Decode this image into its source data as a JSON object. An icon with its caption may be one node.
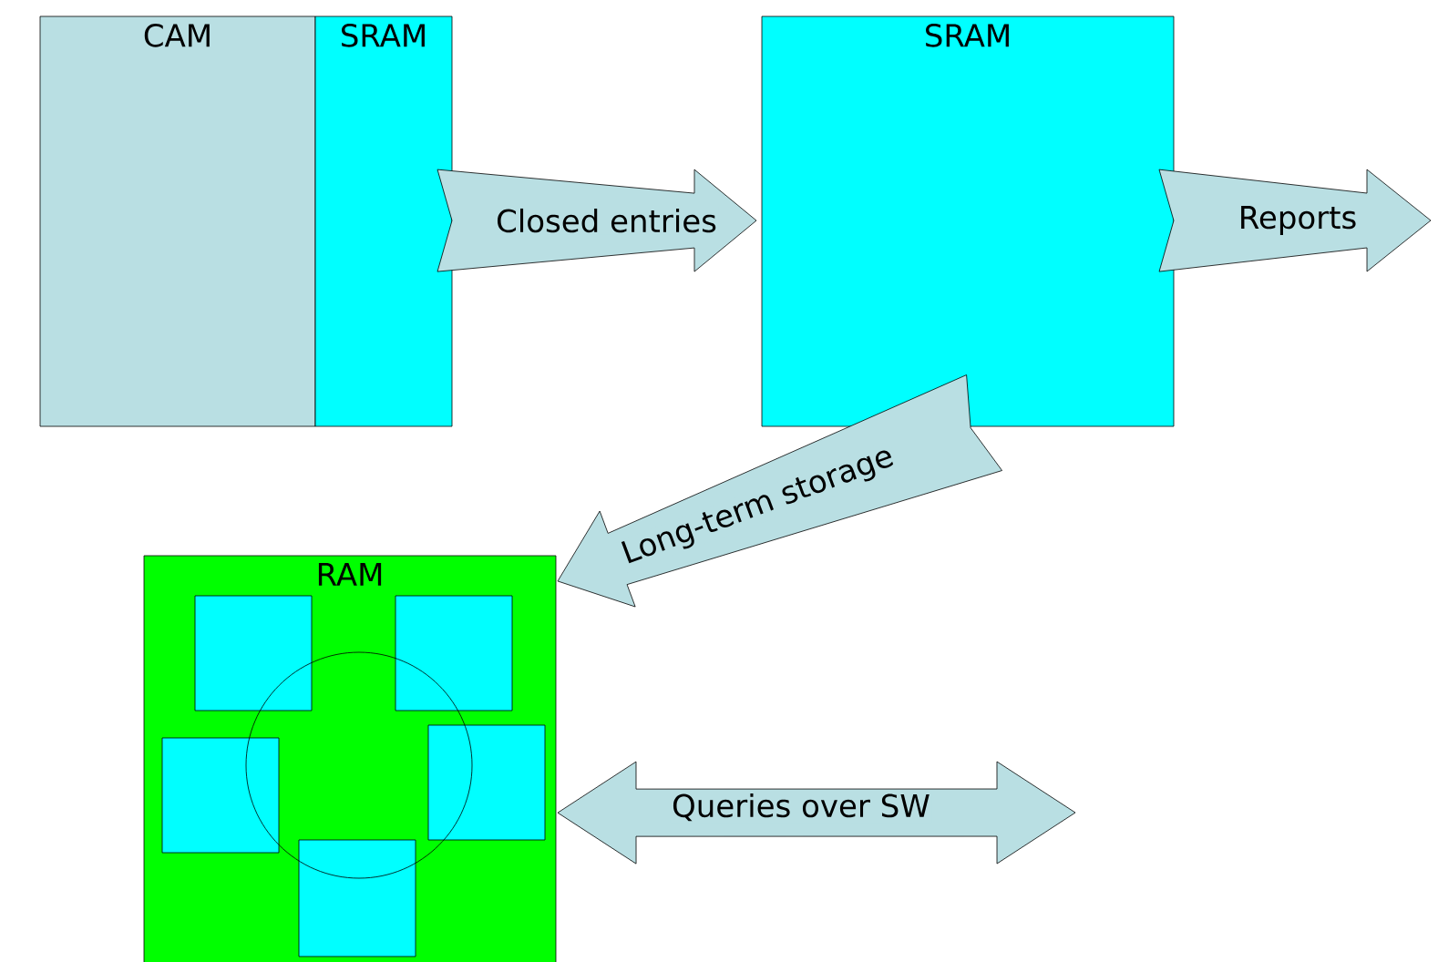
{
  "diagram": {
    "nodes": [
      {
        "text": [
          "CAM"
        ]
      },
      {
        "text": [
          "SRAM"
        ]
      },
      {
        "text": [
          "SRAM"
        ]
      },
      {
        "text": [
          "RAM"
        ]
      },
      {
        "text": [],
        "shape": "box",
        "in": 3
      },
      {
        "text": [],
        "shape": "box",
        "in": 3
      },
      {
        "text": [],
        "shape": "box",
        "in": 3
      },
      {
        "text": [],
        "shape": "box",
        "in": 3
      },
      {
        "text": [],
        "shape": "box",
        "in": 3
      },
      {
        "text": [],
        "shape": "circle",
        "in": 3
      }
    ],
    "edges": [
      {
        "from": 1,
        "to": 2,
        "arrow": "to",
        "label": "Closed entries"
      },
      {
        "from": 2,
        "to": null,
        "arrow": "to",
        "label": "Reports"
      },
      {
        "from": 2,
        "to": 3,
        "arrow": "to",
        "label": "Long-term storage"
      },
      {
        "from": 3,
        "to": null,
        "arrow": "both",
        "label": "Queries over SW"
      }
    ]
  }
}
